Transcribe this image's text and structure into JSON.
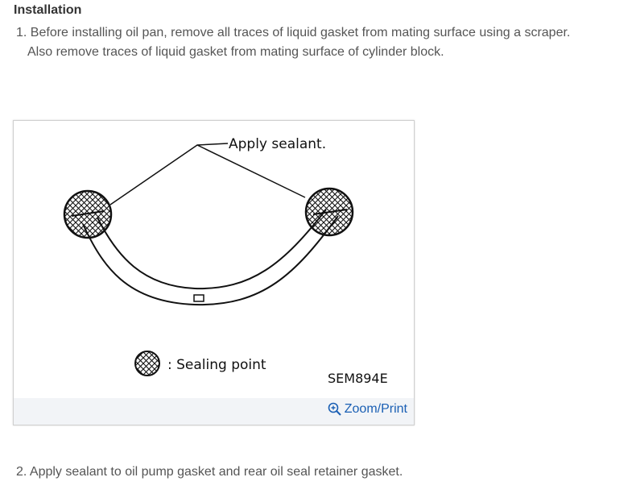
{
  "heading": "Installation",
  "steps": [
    {
      "number": "1.",
      "line1": "Before installing oil pan, remove all traces of liquid gasket from mating surface using a scraper.",
      "line2": "Also remove traces of liquid gasket from mating surface of cylinder block."
    },
    {
      "number": "2.",
      "text": "Apply sealant to oil pump gasket and rear oil seal retainer gasket."
    }
  ],
  "figure": {
    "callout": "Apply sealant.",
    "legend": ": Sealing point",
    "code": "SEM894E",
    "zoom_label": "Zoom/Print",
    "zoom_icon": "zoom-in-icon"
  }
}
